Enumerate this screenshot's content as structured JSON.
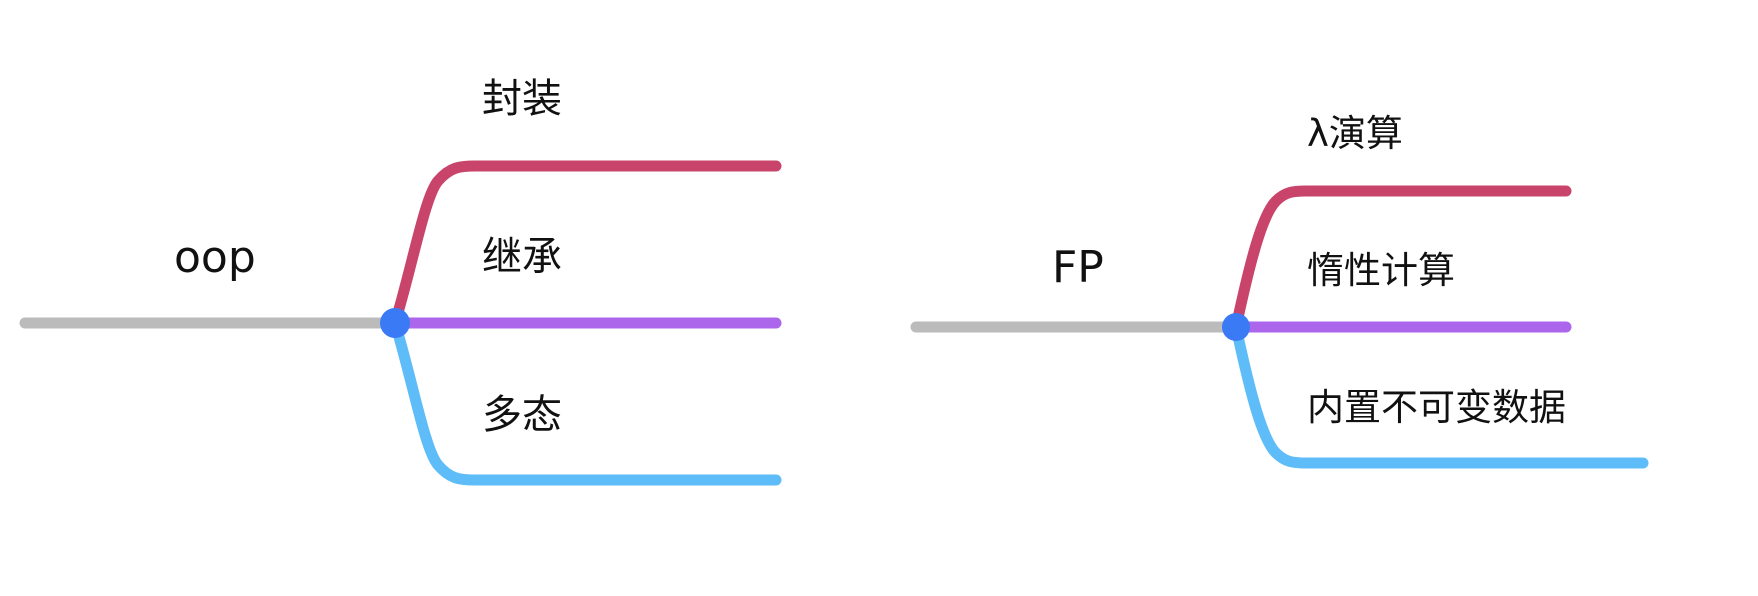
{
  "colors": {
    "root_line": "#bbbbbb",
    "hub": "#3a7bf5",
    "branch_top": "#c9446b",
    "branch_middle": "#ab66ec",
    "branch_bottom": "#5ebcf8"
  },
  "mindmaps": [
    {
      "root": "oop",
      "branches": [
        "封装",
        "继承",
        "多态"
      ]
    },
    {
      "root": "FP",
      "branches": [
        "λ演算",
        "惰性计算",
        "内置不可变数据"
      ]
    }
  ]
}
